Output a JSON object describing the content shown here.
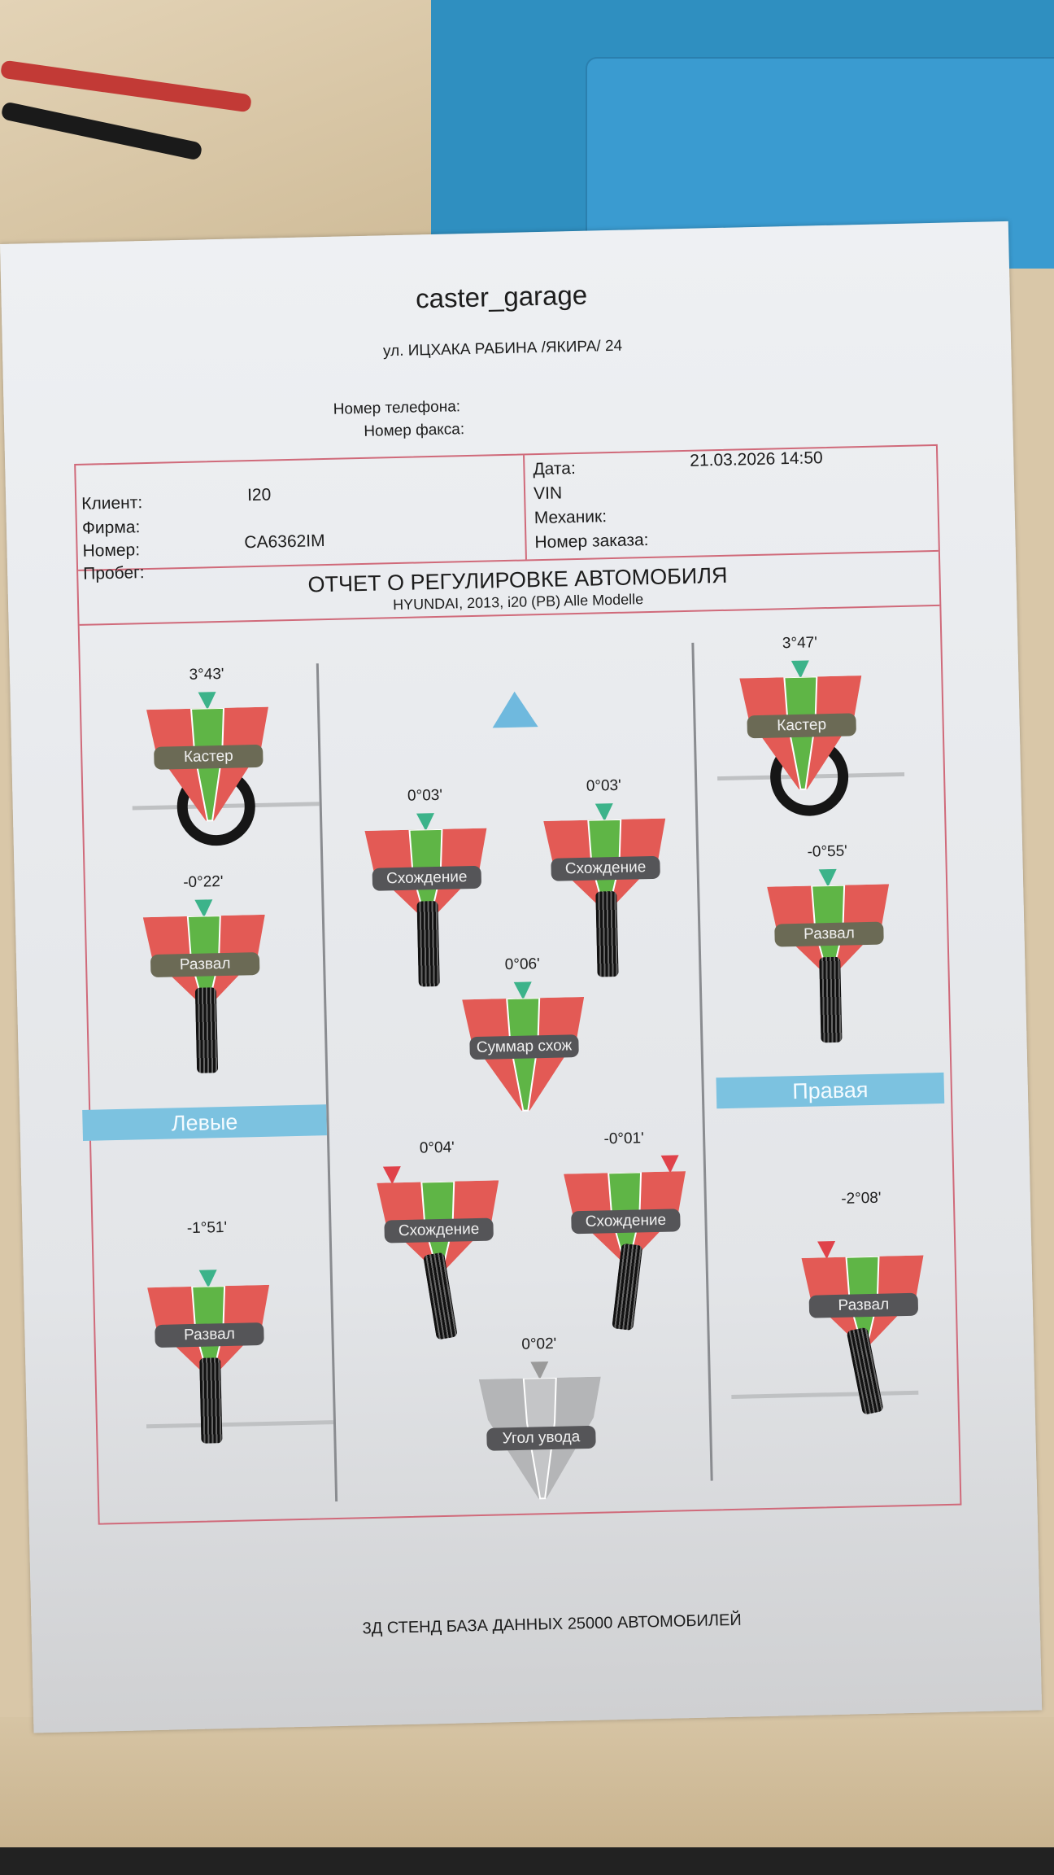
{
  "header": {
    "company": "caster_garage",
    "address": "ул. ИЦХАКА РАБИНА /ЯКИРА/ 24",
    "phone_label": "Номер телефона:",
    "fax_label": "Номер факса:"
  },
  "info": {
    "client_label": "Клиент:",
    "client_value": "I20",
    "firm_label": "Фирма:",
    "plate_label": "Номер:",
    "plate_value": "CA6362IM",
    "mileage_label": "Пробег:",
    "date_label": "Дата:",
    "date_value": "21.03.2026  14:50",
    "vin_label": "VIN",
    "mechanic_label": "Механик:",
    "order_label": "Номер заказа:"
  },
  "report": {
    "title": "ОТЧЕТ О РЕГУЛИРОВКЕ АВТОМОБИЛЯ",
    "vehicle": "HYUNDAI, 2013, i20 (PB) Alle Modelle"
  },
  "sides": {
    "left": "Левые",
    "right": "Правая"
  },
  "measurements": {
    "front_left_caster": {
      "label": "Кастер",
      "value": "3°43'",
      "status": "ok"
    },
    "front_right_caster": {
      "label": "Кастер",
      "value": "3°47'",
      "status": "ok"
    },
    "front_left_camber": {
      "label": "Развал",
      "value": "-0°22'",
      "status": "ok"
    },
    "front_right_camber": {
      "label": "Развал",
      "value": "-0°55'",
      "status": "ok"
    },
    "front_left_toe": {
      "label": "Схождение",
      "value": "0°03'",
      "status": "ok"
    },
    "front_right_toe": {
      "label": "Схождение",
      "value": "0°03'",
      "status": "ok"
    },
    "front_total_toe": {
      "label": "Суммар схож",
      "value": "0°06'",
      "status": "ok"
    },
    "rear_left_toe": {
      "label": "Схождение",
      "value": "0°04'",
      "status": "out"
    },
    "rear_right_toe": {
      "label": "Схождение",
      "value": "-0°01'",
      "status": "out"
    },
    "rear_left_camber": {
      "label": "Развал",
      "value": "-1°51'",
      "status": "ok"
    },
    "rear_right_camber": {
      "label": "Развал",
      "value": "-2°08'",
      "status": "out"
    },
    "thrust_angle": {
      "label": "Угол увода",
      "value": "0°02'",
      "status": "neutral"
    }
  },
  "colors": {
    "frame": "#d06a7a",
    "range_red": "#e35a55",
    "range_green": "#5fb546",
    "side_bar": "#7cc2e0"
  },
  "footer": "3Д СТЕНД  БАЗА ДАННЫХ 25000 АВТОМОБИЛЕЙ"
}
